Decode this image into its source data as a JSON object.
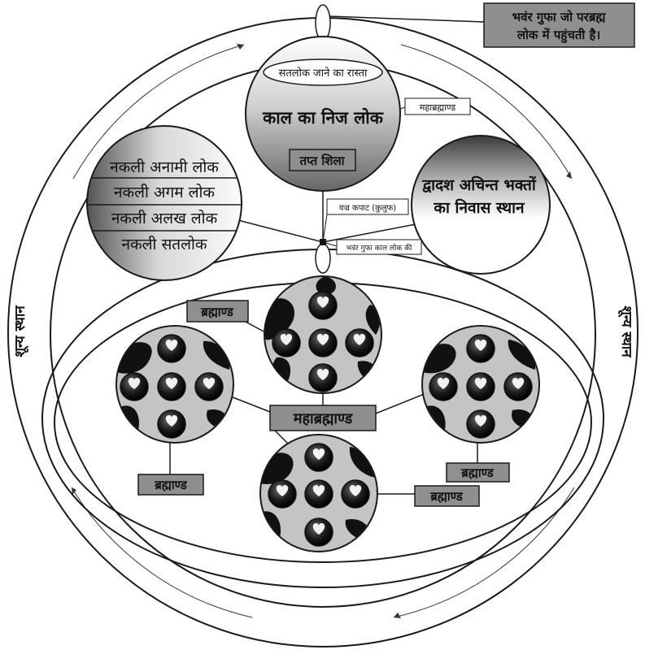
{
  "top_note": {
    "line1": "भवंर गुफा जो परब्रह्म",
    "line2": "लोक में पहुंचती है।"
  },
  "kaal_sphere": {
    "path_label": "सतलोक जाने का रास्ता",
    "title": "काल का निज लोक",
    "tapt_shila": "तप्त शिला"
  },
  "maha_brahmand_tag": "महाब्रह्माण्ड",
  "fake_loks": [
    "नकली अनामी लोक",
    "नकली अगम लोक",
    "नकली अलख लोक",
    "नकली सतलोक"
  ],
  "vajra_kapat": "वज्र कपाट (कुलुफ)",
  "bhanwar_gufa_kaal": "भवंर गुफा काल लोक की",
  "dwadash": {
    "line1": "द्वादश अचिन्त भक्तों",
    "line2": "का निवास स्थान"
  },
  "shunya_sthan": "शून्य स्थान",
  "center_label": "महाब्रह्माण्ड",
  "brahmand_label": "ब्रह्माण्ड",
  "colors": {
    "line": "#1a1a1a",
    "box_fill": "#8f8f8f",
    "disc_fill": "#c4c4c4",
    "blob": "#111111"
  }
}
